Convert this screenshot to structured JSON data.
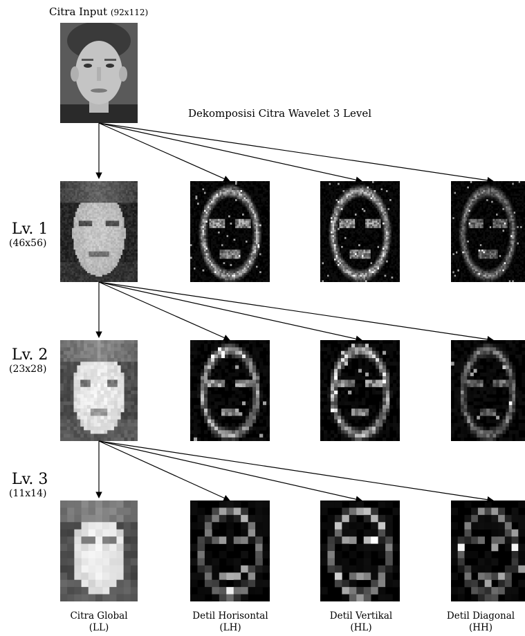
{
  "input": {
    "title": "Citra Input",
    "size": "(92x112)"
  },
  "diagram_title": "Dekomposisi Citra Wavelet 3 Level",
  "levels": [
    {
      "name": "Lv. 1",
      "size": "(46x56)",
      "grid": [
        46,
        56
      ]
    },
    {
      "name": "Lv. 2",
      "size": "(23x28)",
      "grid": [
        23,
        28
      ]
    },
    {
      "name": "Lv. 3",
      "size": "(11x14)",
      "grid": [
        11,
        14
      ]
    }
  ],
  "columns": [
    {
      "label": "Citra Global",
      "code": "(LL)",
      "kind": "LL"
    },
    {
      "label": "Detil Horisontal",
      "code": "(LH)",
      "kind": "LH"
    },
    {
      "label": "Detil Vertikal",
      "code": "(HL)",
      "kind": "HL"
    },
    {
      "label": "Detil Diagonal",
      "code": "(HH)",
      "kind": "HH"
    }
  ],
  "colors": {
    "background": "#ffffff",
    "arrow": "#000000",
    "subband_bg": "#000000"
  }
}
